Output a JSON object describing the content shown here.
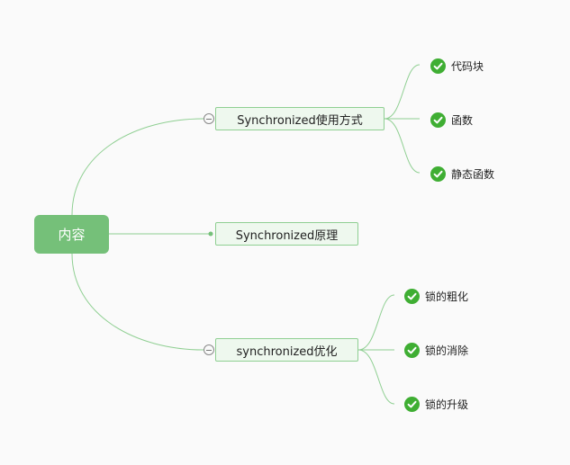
{
  "colors": {
    "background": "#fafafa",
    "root_fill": "#75c079",
    "branch_fill": "#eef8ee",
    "branch_border": "#8fcf92",
    "connector": "#8fcf92",
    "check": "#3fae33"
  },
  "mindmap": {
    "root": {
      "label": "内容"
    },
    "branches": [
      {
        "label": "Synchronized使用方式",
        "collapse_icon": "collapse-circle-icon",
        "children": [
          {
            "label": "代码块",
            "icon": "check-circle-icon"
          },
          {
            "label": "函数",
            "icon": "check-circle-icon"
          },
          {
            "label": "静态函数",
            "icon": "check-circle-icon"
          }
        ]
      },
      {
        "label": "Synchronized原理",
        "children": []
      },
      {
        "label": "synchronized优化",
        "collapse_icon": "collapse-circle-icon",
        "children": [
          {
            "label": "锁的粗化",
            "icon": "check-circle-icon"
          },
          {
            "label": "锁的消除",
            "icon": "check-circle-icon"
          },
          {
            "label": "锁的升级",
            "icon": "check-circle-icon"
          }
        ]
      }
    ]
  }
}
